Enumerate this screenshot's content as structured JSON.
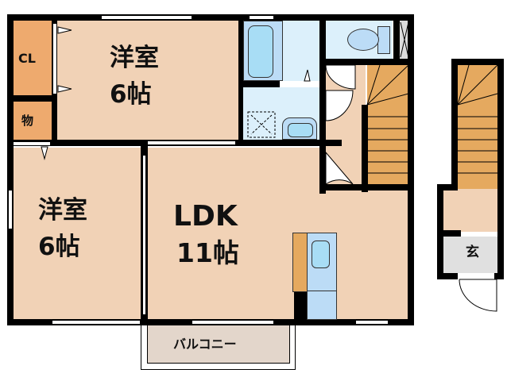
{
  "rooms": {
    "bedroom_top": {
      "name": "洋室",
      "size": "6帖"
    },
    "bedroom_left": {
      "name": "洋室",
      "size": "6帖"
    },
    "ldk": {
      "name": "LDK",
      "size": "11帖"
    },
    "closet": {
      "label": "CL"
    },
    "storage": {
      "label": "物"
    },
    "entrance": {
      "label": "玄"
    },
    "balcony": {
      "label": "バルコニー"
    }
  },
  "colors": {
    "floor": "#f1d2b6",
    "closet": "#eeaa6e",
    "stairs": "#e5a95f",
    "wet_area": "#dcf0fb",
    "fixture": "#a8ddf5",
    "entrance": "#e0e0e0",
    "balcony": "#e3d6cb",
    "wall": "#000000"
  }
}
